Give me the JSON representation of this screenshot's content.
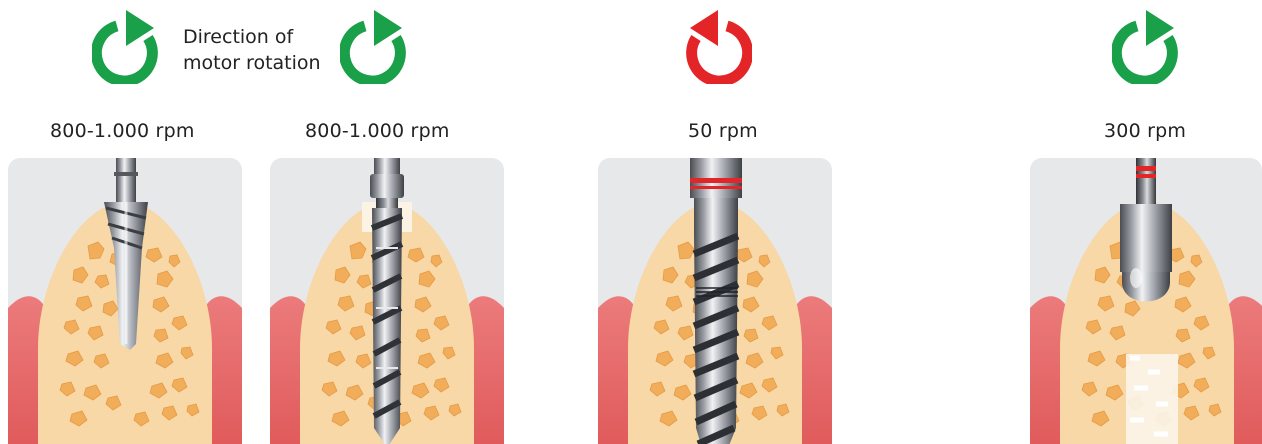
{
  "caption": {
    "line1": "Direction of",
    "line2": "motor rotation"
  },
  "steps": [
    {
      "rpm_label": "800-1.000 rpm",
      "direction": "clockwise",
      "arrow_color": "#19a048",
      "instrument": "pilot drill"
    },
    {
      "rpm_label": "800-1.000 rpm",
      "direction": "clockwise",
      "arrow_color": "#19a048",
      "instrument": "twist drill"
    },
    {
      "rpm_label": "50 rpm",
      "direction": "counter-clockwise",
      "arrow_color": "#e32528",
      "instrument": "tap with red ring"
    },
    {
      "rpm_label": "300 rpm",
      "direction": "clockwise",
      "arrow_color": "#19a048",
      "instrument": "ball-end instrument with red ring"
    }
  ],
  "colors": {
    "clockwise": "#19a048",
    "counter_clockwise": "#e32528",
    "bone": "#f7d8a6",
    "bone_pores": "#f2ad5a",
    "gingiva": "#e86667",
    "panel_bg": "#e7e8ea",
    "ring": "#e32528"
  }
}
